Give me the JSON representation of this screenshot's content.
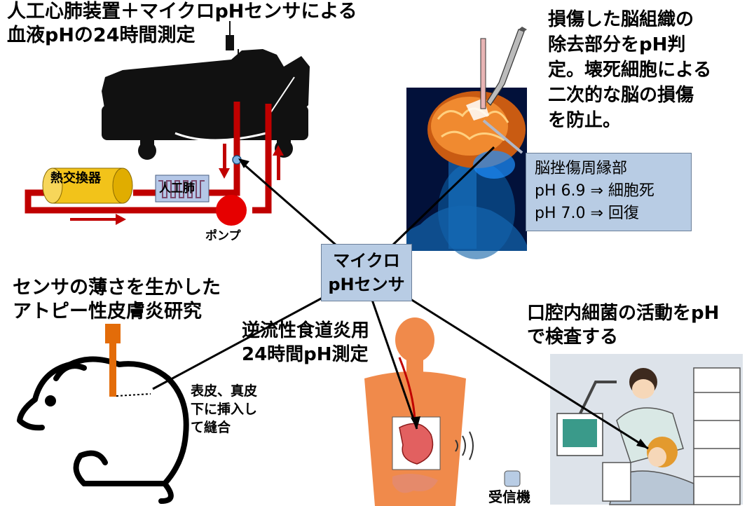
{
  "top_left": {
    "title_line1": "人工心肺装置＋マイクロpHセンサによる",
    "title_line2": "血液pHの24時間測定",
    "heat_exchanger": "熱交換器",
    "lung": "人工肺",
    "pump": "ポンプ"
  },
  "top_right": {
    "title_lines": [
      "損傷した脳組織の",
      "除去部分をpH判",
      "定。壊死細胞による",
      "二次的な脳の損傷",
      "を防止。"
    ],
    "info_box": {
      "lines": [
        "脳挫傷周縁部",
        "pH 6.9 ⇒ 細胞死",
        "pH 7.0 ⇒ 回復"
      ]
    }
  },
  "center": {
    "label_line1": "マイクロ",
    "label_line2": "pHセンサ"
  },
  "left": {
    "title_line1": "センサの薄さを生かした",
    "title_line2": "アトピー性皮膚炎研究",
    "note_lines": [
      "表皮、真皮",
      "下に挿入し",
      "て縫合"
    ]
  },
  "middle": {
    "title_line1": "逆流性食道炎用",
    "title_line2": "24時間pH測定",
    "receiver": "受信機"
  },
  "right": {
    "title_line1": "口腔内細菌の活動をpH",
    "title_line2": "で検査する"
  },
  "colors": {
    "tube": "#c00000",
    "box": "#b8cce4",
    "skin": "#f08a4b",
    "heat": "#f2c31a",
    "pump": "#e60000",
    "lungbox": "#b4c7e7"
  }
}
